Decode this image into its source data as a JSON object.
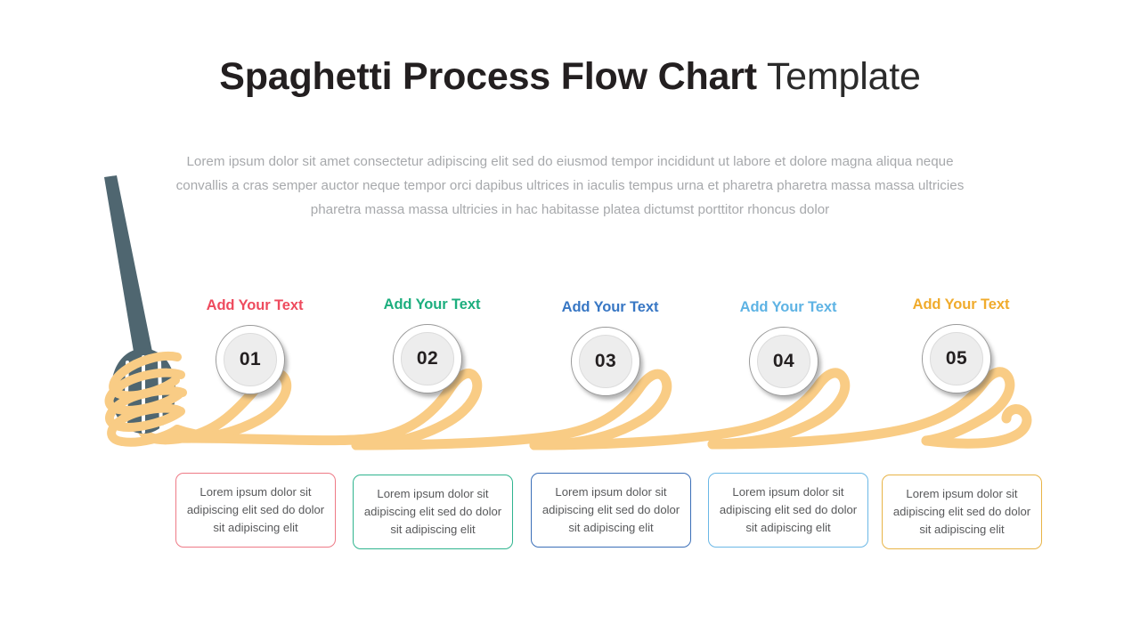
{
  "title": {
    "bold": "Spaghetti Process Flow Chart",
    "light": " Template"
  },
  "subtitle": {
    "text": "Lorem ipsum dolor sit amet consectetur adipiscing elit  sed do eiusmod tempor incididunt ut labore et dolore magna aliqua neque convallis a cras semper auctor neque tempor orci dapibus ultrices in iaculis tempus urna et pharetra pharetra massa massa ultricies pharetra massa massa ultricies in hac habitasse platea dictumst  porttitor rhoncus dolor"
  },
  "artwork": {
    "fork_icon": "fork-with-spaghetti-icon",
    "fork_color": "#4F6670",
    "noodle_color": "#F9CC85",
    "noodle_icon": "spaghetti-noodle-path"
  },
  "steps": [
    {
      "heading": "Add Your Text",
      "number": "01",
      "color": "#EE4B5E",
      "description": "Lorem ipsum dolor sit adipiscing elit sed do dolor sit adipiscing elit"
    },
    {
      "heading": "Add Your Text",
      "number": "02",
      "color": "#1CAE7E",
      "description": "Lorem ipsum dolor sit adipiscing elit sed do dolor sit adipiscing elit"
    },
    {
      "heading": "Add Your Text",
      "number": "03",
      "color": "#3877C4",
      "description": "Lorem ipsum dolor sit adipiscing elit sed do dolor sit adipiscing elit"
    },
    {
      "heading": "Add Your Text",
      "number": "04",
      "color": "#5EB3E4",
      "description": "Lorem ipsum dolor sit adipiscing elit sed do dolor sit adipiscing elit"
    },
    {
      "heading": "Add Your Text",
      "number": "05",
      "color": "#F0AB2C",
      "description": "Lorem ipsum dolor sit adipiscing elit sed do dolor sit adipiscing elit"
    }
  ]
}
